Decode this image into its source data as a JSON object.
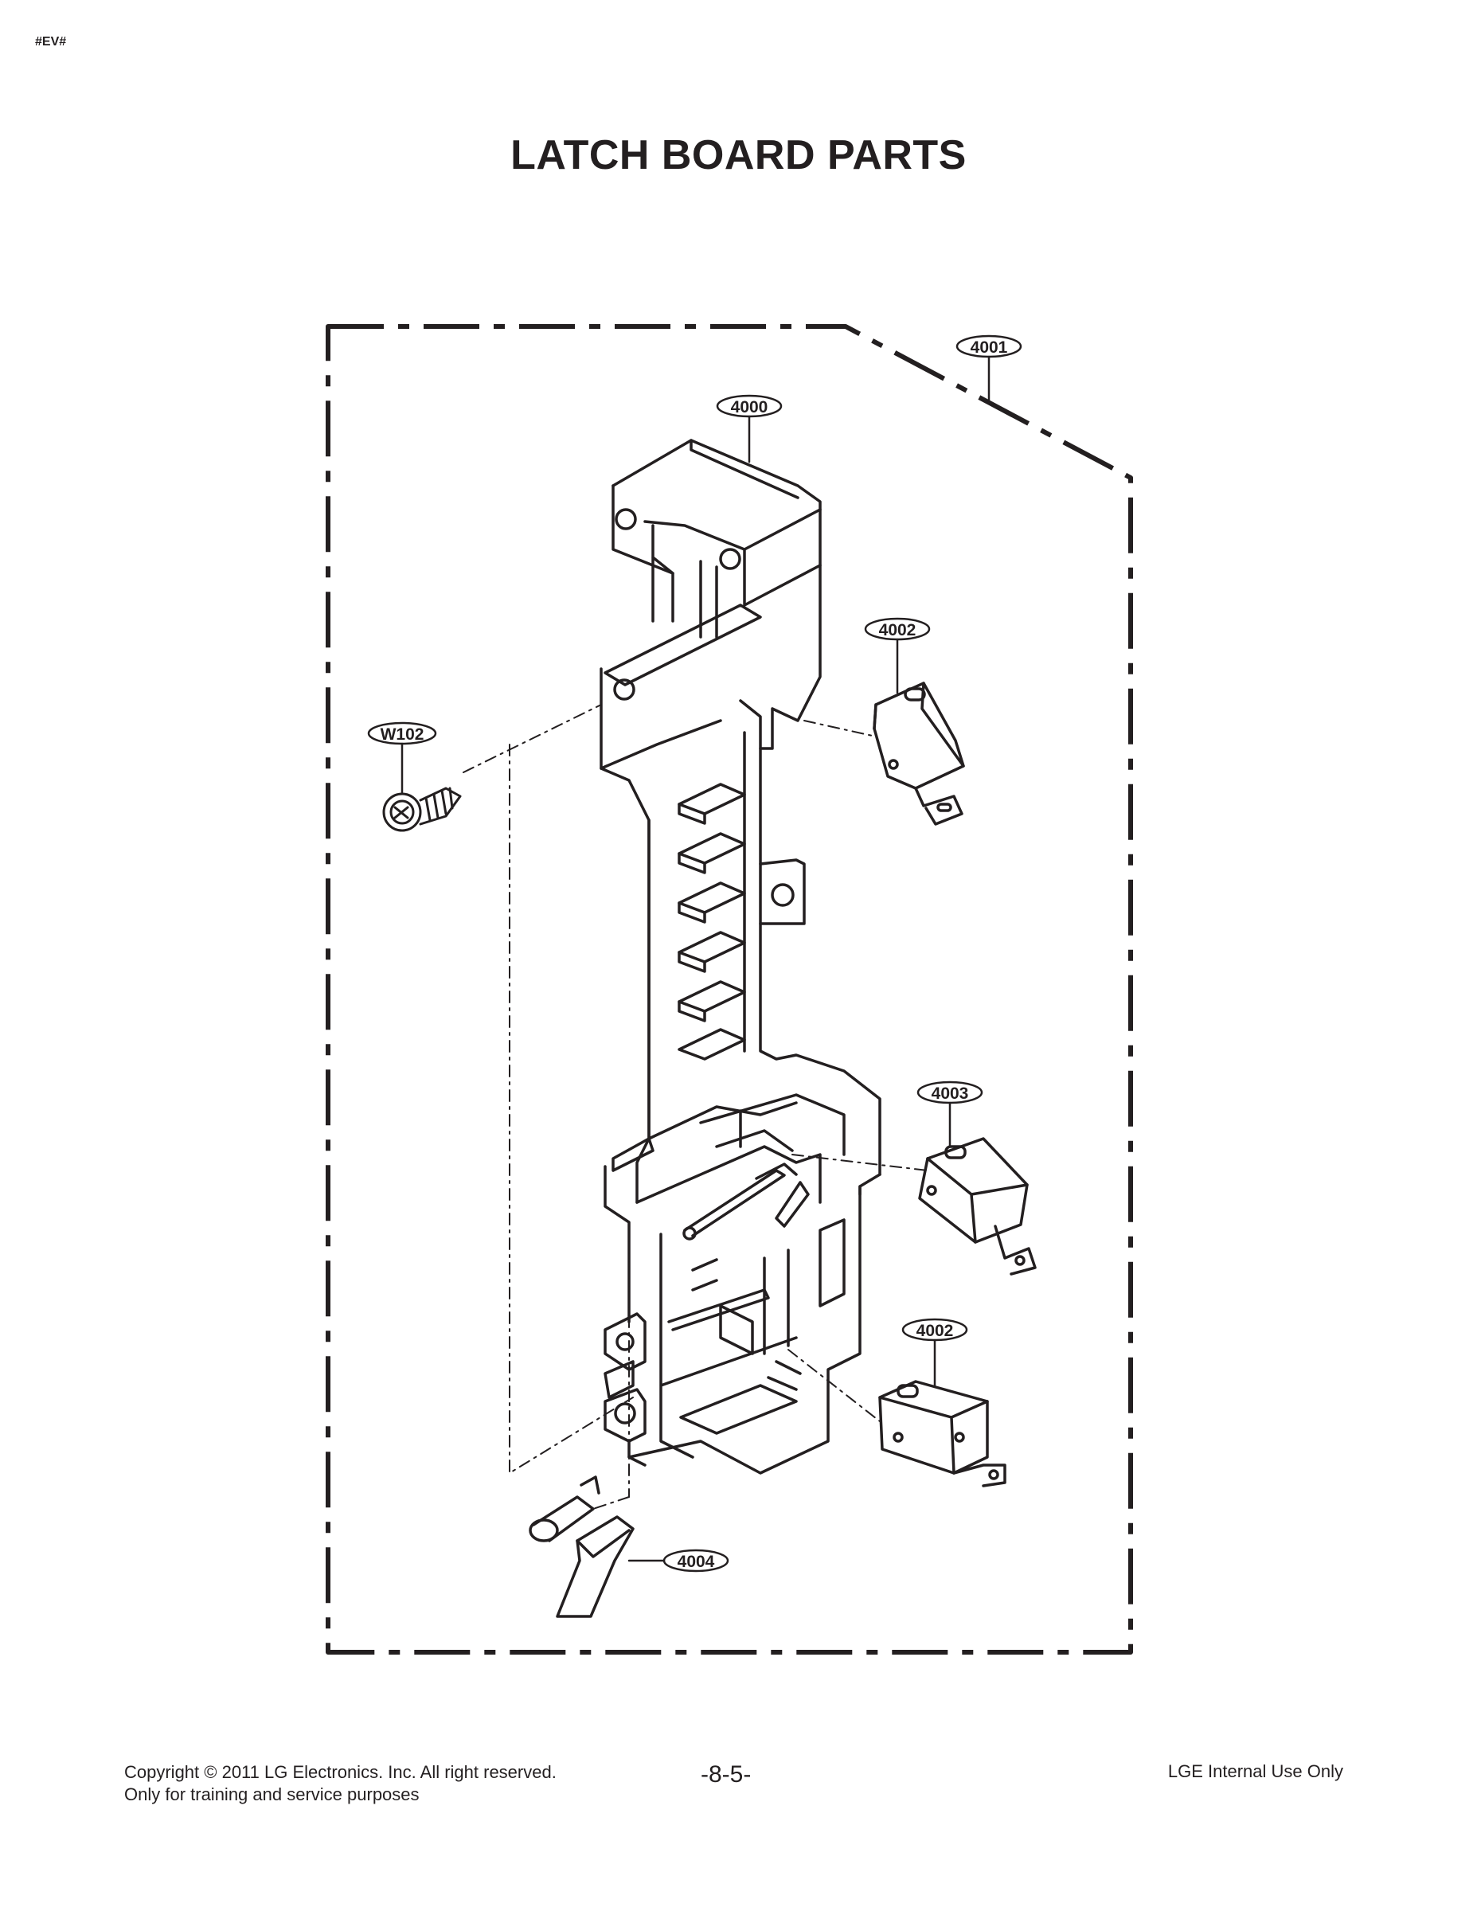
{
  "header": {
    "code_mark": "#EV#",
    "title": "LATCH BOARD PARTS"
  },
  "callouts": [
    {
      "id": "c4001",
      "label": "4001"
    },
    {
      "id": "c4000",
      "label": "4000"
    },
    {
      "id": "c4002a",
      "label": "4002"
    },
    {
      "id": "cW102",
      "label": "W102"
    },
    {
      "id": "c4003",
      "label": "4003"
    },
    {
      "id": "c4002b",
      "label": "4002"
    },
    {
      "id": "c4004",
      "label": "4004"
    }
  ],
  "footer": {
    "copyright_line1": "Copyright © 2011 LG Electronics. Inc. All right reserved.",
    "copyright_line2": "Only for training and service purposes",
    "page_number": "-8-5-",
    "internal": "LGE Internal Use Only"
  },
  "colors": {
    "ink": "#231f20",
    "paper": "#ffffff"
  }
}
